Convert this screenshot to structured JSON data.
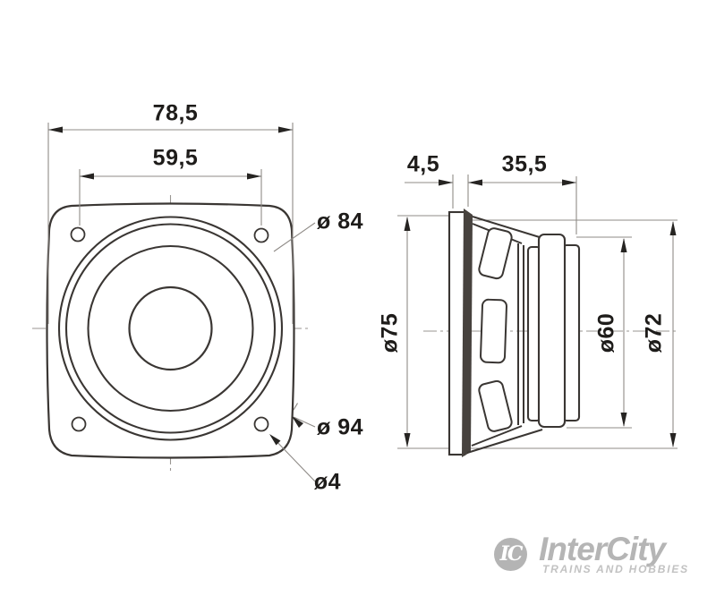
{
  "front_view": {
    "overall_width": "78,5",
    "hole_spacing": "59,5",
    "bolt_circle_diameter": "ø 84",
    "corner_circle_diameter": "ø 94",
    "hole_diameter": "ø4"
  },
  "side_view": {
    "flange_thickness": "4,5",
    "mounting_depth": "35,5",
    "front_diameter": "ø75",
    "magnet_diameter": "ø60",
    "rim_diameter": "ø72"
  },
  "logo": {
    "badge_text": "IC",
    "brand": "InterCity",
    "tagline": "TRAINS AND HOBBIES"
  },
  "colors": {
    "outline": "#3a3633",
    "dimension_line": "#8f8b87",
    "label_text": "#1e1c1a",
    "gasket_fill": "#47423e",
    "logo_gray": "#b5b5b5",
    "background": "#ffffff"
  }
}
